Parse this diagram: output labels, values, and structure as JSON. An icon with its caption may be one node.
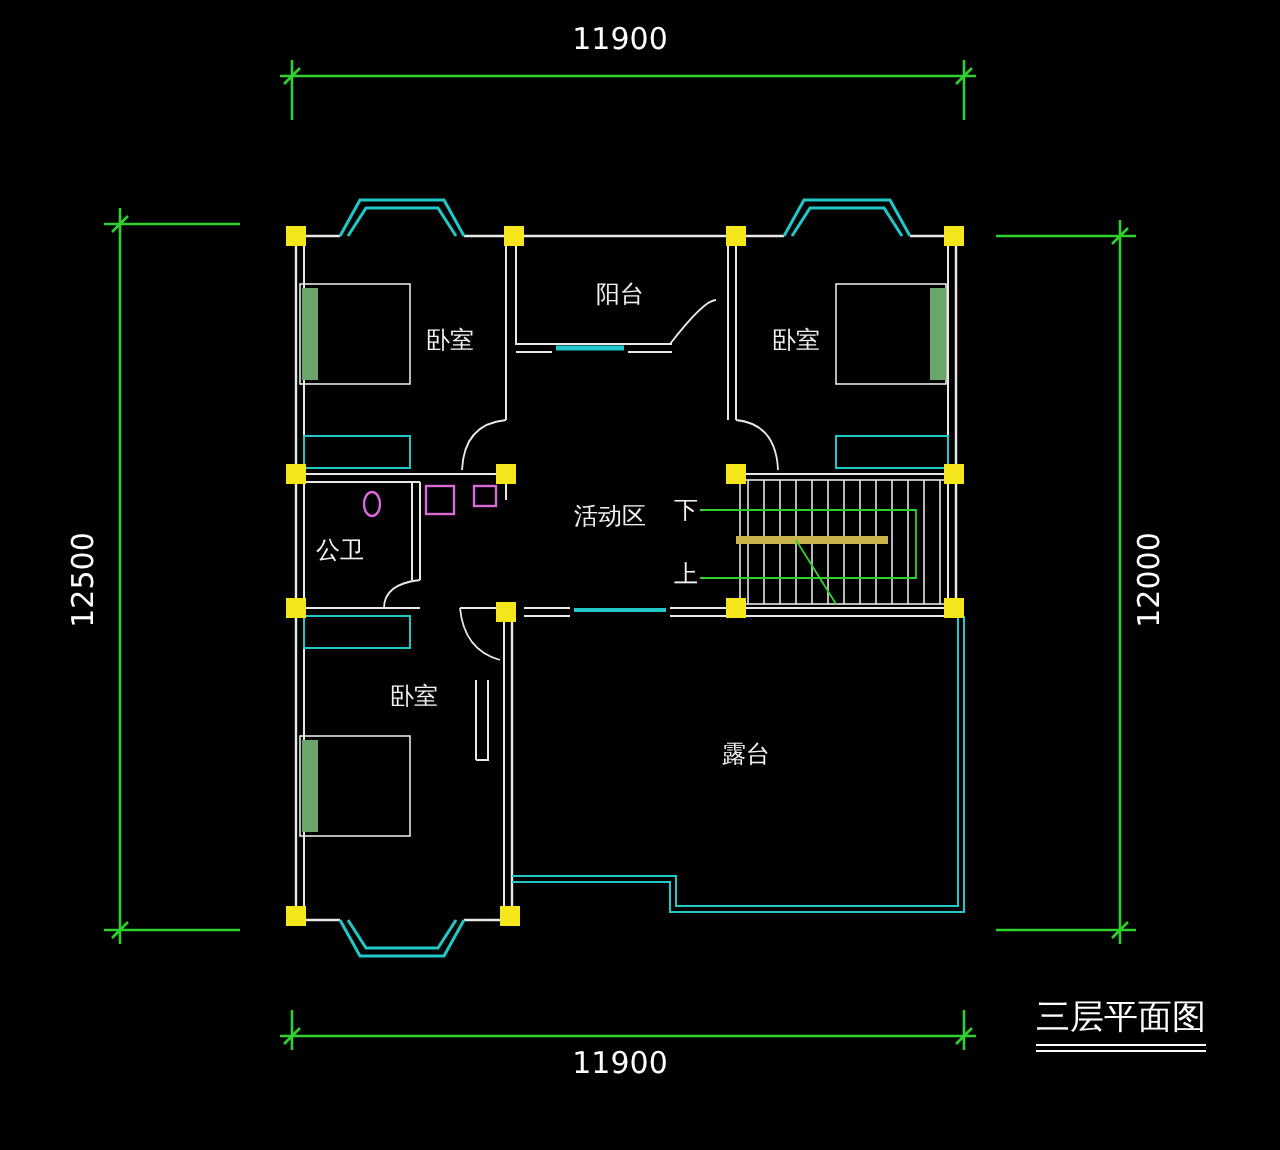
{
  "diagram": {
    "title": "三层平面图",
    "labels": [
      "11900",
      "卧室",
      "阳台",
      "卧室",
      "12500",
      "12000",
      "活动区",
      "下",
      "公卫",
      "上",
      "卧室",
      "露台",
      "11900"
    ]
  }
}
